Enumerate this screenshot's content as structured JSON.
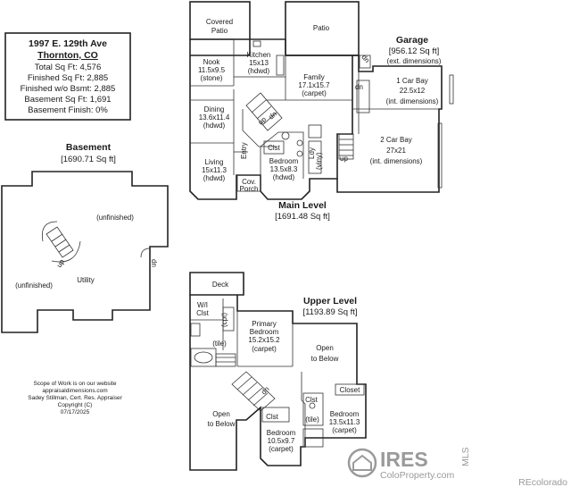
{
  "info_box": {
    "address": "1997 E. 129th Ave",
    "city": "Thornton, CO",
    "total": "Total Sq Ft: 4,576",
    "finished": "Finished Sq Ft: 2,885",
    "finished_wo_bsmt": "Finished w/o Bsmt: 2,885",
    "basement_sqft": "Basement Sq Ft: 1,691",
    "basement_finish": "Basement Finish: 0%"
  },
  "basement": {
    "title": "Basement",
    "area": "[1690.71 Sq ft]",
    "unfinished_1": "(unfinished)",
    "unfinished_2": "(unfinished)",
    "utility": "Utility",
    "dn": "dn",
    "up": "up"
  },
  "main_level": {
    "title": "Main Level",
    "area": "[1691.48 Sq ft]",
    "covered_patio": [
      "Covered",
      "Patio"
    ],
    "patio": "Patio",
    "kitchen": [
      "Kitchen",
      "15x13",
      "(hdwd)"
    ],
    "nook": [
      "Nook",
      "11.5x9.5",
      "(stone)"
    ],
    "family": [
      "Family",
      "17.1x15.7",
      "(carpet)"
    ],
    "dining": [
      "Dining",
      "13.6x11.4",
      "(hdwd)"
    ],
    "living": [
      "Living",
      "15x11.3",
      "(hdwd)"
    ],
    "bedroom": [
      "Bedroom",
      "13.5x8.3",
      "(hdwd)"
    ],
    "entry": "Entry",
    "cov_porch": [
      "Cov.",
      "Porch"
    ],
    "clst": "Clst",
    "ldy": [
      "Ldy",
      "(viny)"
    ],
    "stair_labels": [
      "up",
      "dn"
    ],
    "dn": "dn",
    "up": "up"
  },
  "garage": {
    "title": "Garage",
    "area": "[956.12 Sq ft]",
    "ext": "(ext. dimensions)",
    "bay1": [
      "1 Car Bay",
      "22.5x12",
      "(int. dimensions)"
    ],
    "bay2": [
      "2 Car Bay",
      "27x21",
      "(int. dimensions)"
    ],
    "up": "up"
  },
  "upper_level": {
    "title": "Upper Level",
    "area": "[1193.89 Sq ft]",
    "deck": "Deck",
    "wi_clst": [
      "W/I",
      "Clst"
    ],
    "cpt": "(cpt)",
    "tile": "(tile)",
    "primary": [
      "Primary",
      "Bedroom",
      "15.2x15.2",
      "(carpet)"
    ],
    "open_below_1": [
      "Open",
      "to Below"
    ],
    "open_below_2": [
      "Open",
      "to Below"
    ],
    "closet": "Closet",
    "clst": "Clst",
    "clst2": "Clst",
    "tile2": "(tile)",
    "bedroom_a": [
      "Bedroom",
      "13.5x11.3",
      "(carpet)"
    ],
    "bedroom_b": [
      "Bedroom",
      "10.5x9.7",
      "(carpet)"
    ],
    "dn": "dn"
  },
  "credits": [
    "Scope of Work is on our website",
    "appraisaldimensions.com",
    "Sadey Stillman, Cert. Res. Appraiser",
    "Copyright (C)",
    "07/17/2025"
  ],
  "watermark": {
    "ires": "IRES",
    "mls": "MLS",
    "site": "ColoProperty.com",
    "recolorado": "REcolorado"
  }
}
